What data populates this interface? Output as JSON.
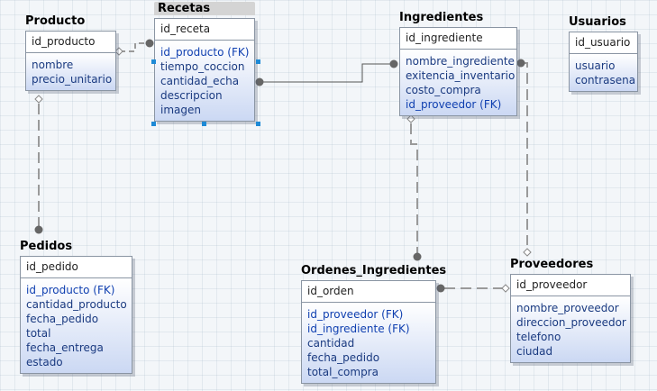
{
  "entities": {
    "producto": {
      "title": "Producto",
      "pk": "id_producto",
      "attributes": [
        "nombre",
        "precio_unitario"
      ]
    },
    "recetas": {
      "title": "Recetas",
      "pk": "id_receta",
      "attributes": [
        "id_producto (FK)",
        "tiempo_coccion",
        "cantidad_echa",
        "descripcion",
        "imagen"
      ]
    },
    "ingredientes": {
      "title": "Ingredientes",
      "pk": "id_ingrediente",
      "attributes": [
        "nombre_ingrediente",
        "exitencia_inventario",
        "costo_compra",
        "id_proveedor (FK)"
      ]
    },
    "usuarios": {
      "title": "Usuarios",
      "pk": "id_usuario",
      "attributes": [
        "usuario",
        "contrasena"
      ]
    },
    "pedidos": {
      "title": "Pedidos",
      "pk": "id_pedido",
      "attributes": [
        "id_producto (FK)",
        "cantidad_producto",
        "fecha_pedido",
        "total",
        "fecha_entrega",
        "estado"
      ]
    },
    "ordenes": {
      "title": "Ordenes_Ingredientes",
      "pk": "id_orden",
      "attributes": [
        "id_proveedor (FK)",
        "id_ingrediente (FK)",
        "cantidad",
        "fecha_pedido",
        "total_compra"
      ]
    },
    "proveedores": {
      "title": "Proveedores",
      "pk": "id_proveedor",
      "attributes": [
        "nombre_proveedor",
        "direccion_proveedor",
        "telefono",
        "ciudad"
      ]
    }
  },
  "colors": {
    "attribute_text": "#1a3a80",
    "fk_text": "#0f3fb0",
    "line": "#9a9a9a",
    "solid_line": "#555555",
    "selection_handle": "#1e8ad6"
  }
}
